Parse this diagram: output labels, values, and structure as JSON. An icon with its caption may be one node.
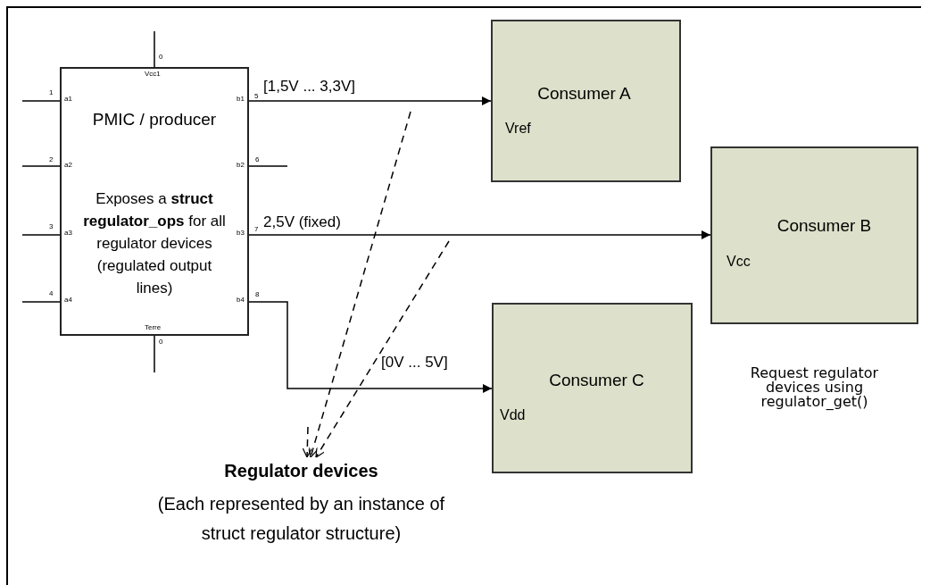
{
  "diagram": {
    "nodes": [
      {
        "text": [
          "PMIC / producer",
          "Exposes a **struct regulator_ops** for all regulator devices (regulated output lines)"
        ]
      },
      {
        "text": [
          "Consumer A",
          "Vref"
        ]
      },
      {
        "text": [
          "Consumer B",
          "Vcc"
        ]
      },
      {
        "text": [
          "Consumer C",
          "Vdd"
        ]
      },
      {
        "text": [
          "Regulator devices",
          "(Each represented by an instance of struct regulator structure)"
        ]
      }
    ],
    "edges": [
      {
        "from": 0,
        "to": 1,
        "arrow": "to",
        "label": "[1,5V ... 3,3V]"
      },
      {
        "from": 0,
        "to": 2,
        "arrow": "to",
        "label": "2,5V (fixed)"
      },
      {
        "from": 0,
        "to": 3,
        "arrow": "to",
        "label": "[0V ... 5V]"
      },
      {
        "from": null,
        "to": 4,
        "arrow": "to",
        "style": "dashed"
      },
      {
        "from": null,
        "to": 4,
        "arrow": "to",
        "style": "dashed"
      },
      {
        "from": null,
        "to": 4,
        "arrow": "to",
        "style": "dashed"
      }
    ],
    "labels": [
      "0",
      "Vcc1",
      "1",
      "a1",
      "b1",
      "5",
      "2",
      "a2",
      "b2",
      "6",
      "3",
      "a3",
      "b3",
      "7",
      "4",
      "a4",
      "b4",
      "8",
      "Terre",
      "0",
      "Request regulator devices using regulator_get()"
    ]
  }
}
